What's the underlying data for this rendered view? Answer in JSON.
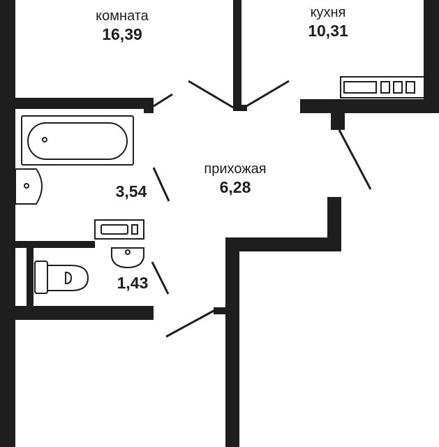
{
  "colors": {
    "wall": "#1e1e1e",
    "background": "#ffffff"
  },
  "rooms": {
    "living": {
      "name": "комната",
      "area": "16,39"
    },
    "kitchen": {
      "name": "кухня",
      "area": "10,31"
    },
    "hallway": {
      "name": "прихожая",
      "area": "6,28"
    },
    "bathroom": {
      "area": "3,54"
    },
    "toilet": {
      "area": "1,43"
    }
  }
}
